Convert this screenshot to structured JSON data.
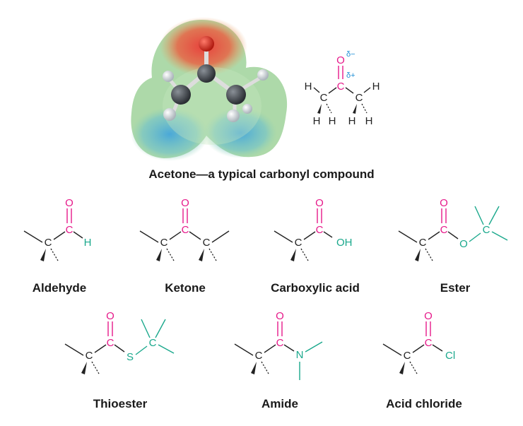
{
  "caption": "Acetone—a typical carbonyl compound",
  "labels": {
    "aldehyde": "Aldehyde",
    "ketone": "Ketone",
    "carboxylic_acid": "Carboxylic acid",
    "ester": "Ester",
    "thioester": "Thioester",
    "amide": "Amide",
    "acid_chloride": "Acid chloride"
  },
  "atoms": {
    "C": "C",
    "O": "O",
    "H": "H",
    "OH": "OH",
    "S": "S",
    "N": "N",
    "Cl": "Cl",
    "delta_minus": "δ−",
    "delta_plus": "δ+"
  },
  "colors": {
    "carbonyl": "#e6198a",
    "heteroatom": "#1aa88c",
    "partial_charge": "#1e8fd6",
    "text": "#1a1a1a"
  }
}
